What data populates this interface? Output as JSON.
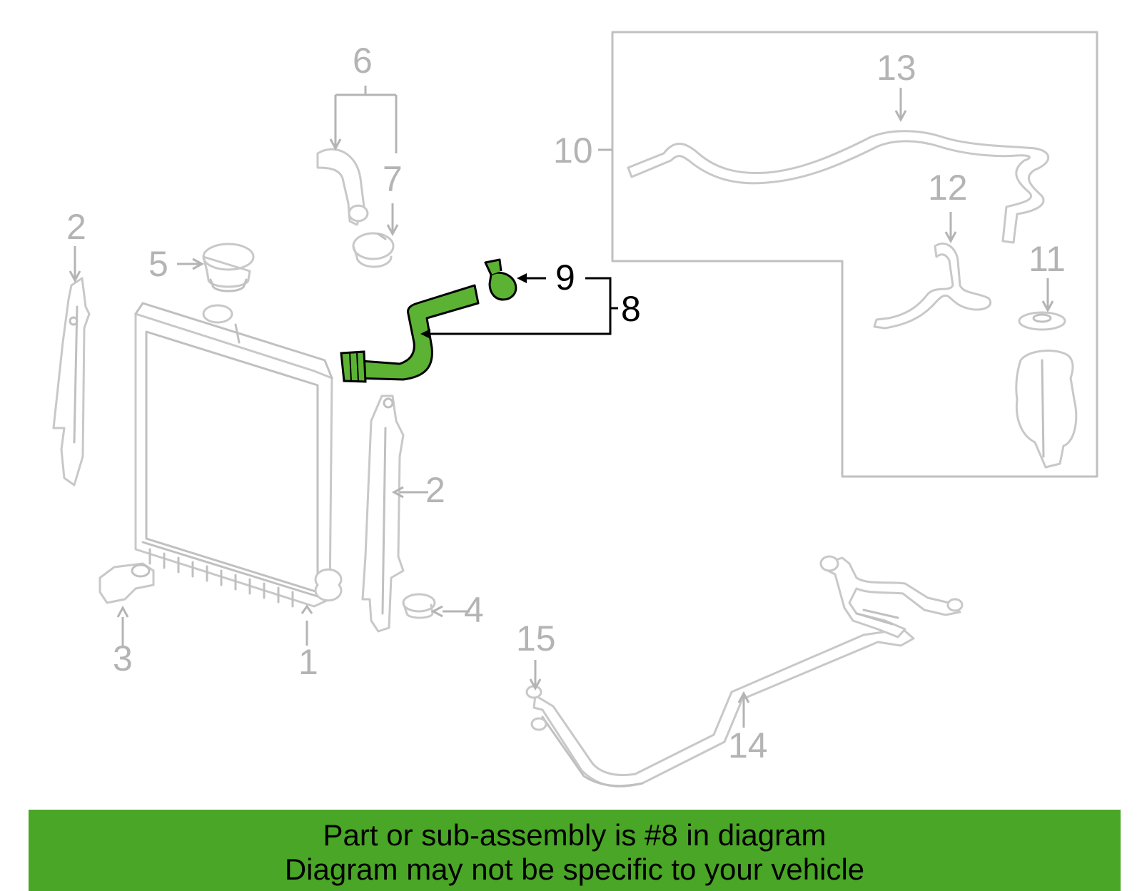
{
  "colors": {
    "highlight": "#5cb233",
    "banner": "#4aa626",
    "part_outline": "#c8c8c8",
    "label_gray": "#b4b4b4",
    "label_active": "#000000"
  },
  "labels": {
    "l1": "1",
    "l2a": "2",
    "l2b": "2",
    "l3": "3",
    "l4": "4",
    "l5": "5",
    "l6": "6",
    "l7": "7",
    "l8": "8",
    "l9": "9",
    "l10": "10",
    "l11": "11",
    "l12": "12",
    "l13": "13",
    "l14": "14",
    "l15": "15"
  },
  "banner": {
    "line1": "Part or sub-assembly is #8 in diagram",
    "line2": "Diagram may not be specific to your vehicle"
  }
}
